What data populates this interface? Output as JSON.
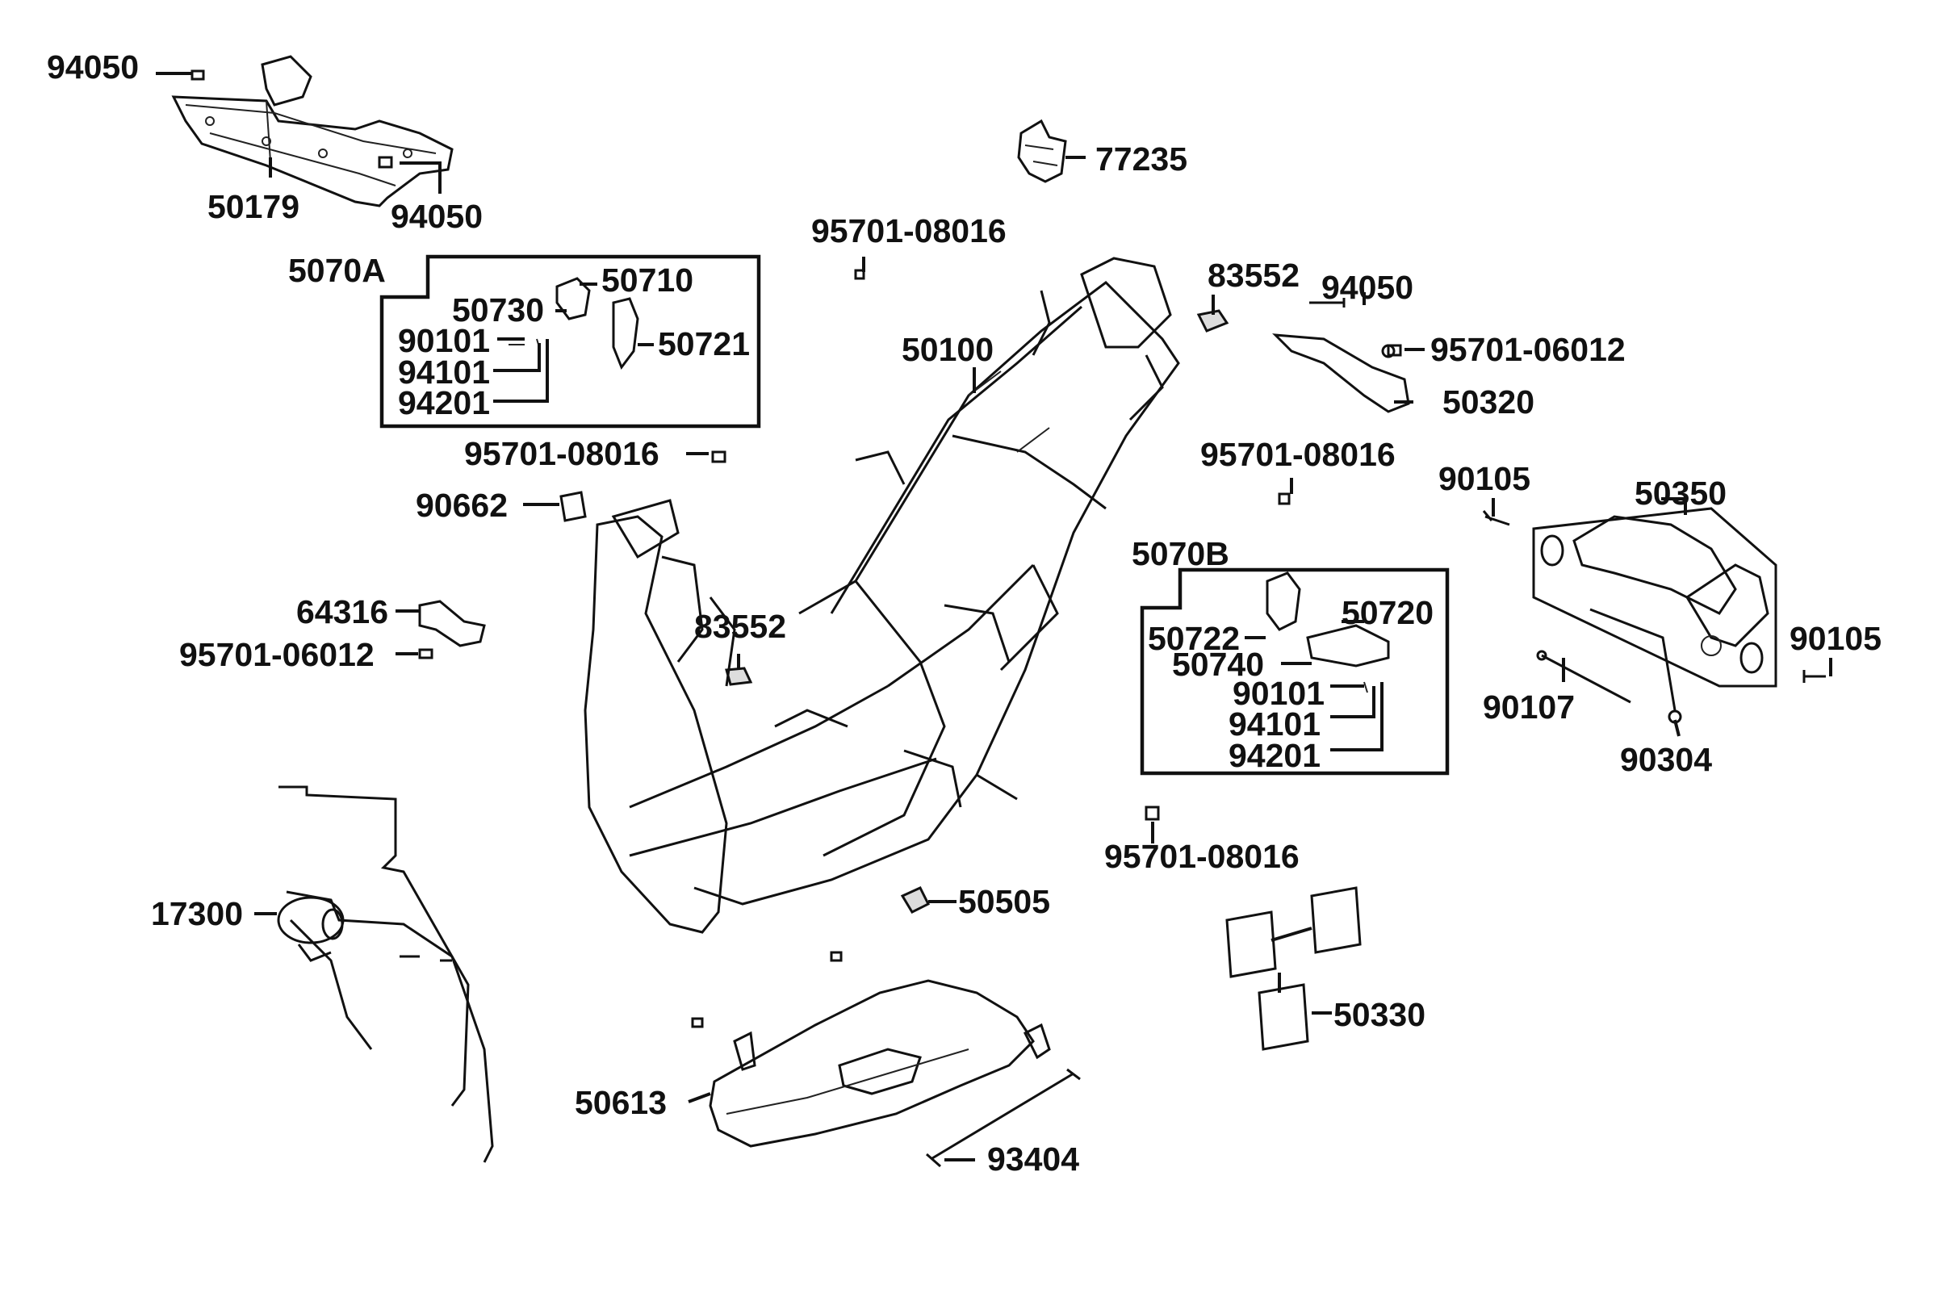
{
  "labels": {
    "l94050a": "94050",
    "l50179": "50179",
    "l94050b": "94050",
    "l77235": "77235",
    "l95701_08016a": "95701-08016",
    "l5070A": "5070A",
    "l50710": "50710",
    "l50730": "50730",
    "l50721": "50721",
    "l90101a": "90101",
    "l94101a": "94101",
    "l94201a": "94201",
    "l95701_08016b": "95701-08016",
    "l50100": "50100",
    "l83552a": "83552",
    "l94050c": "94050",
    "l95701_06012a": "95701-06012",
    "l50320": "50320",
    "l95701_08016c": "95701-08016",
    "l90105a": "90105",
    "l50350": "50350",
    "l90662": "90662",
    "l64316": "64316",
    "l95701_06012b": "95701-06012",
    "l83552b": "83552",
    "l5070B": "5070B",
    "l50722": "50722",
    "l50720": "50720",
    "l50740": "50740",
    "l90101b": "90101",
    "l94101b": "94101",
    "l94201b": "94201",
    "l90105b": "90105",
    "l90107": "90107",
    "l90304": "90304",
    "l95701_08016d": "95701-08016",
    "l17300": "17300",
    "l50505": "50505",
    "l50330": "50330",
    "l50613": "50613",
    "l93404": "93404"
  }
}
